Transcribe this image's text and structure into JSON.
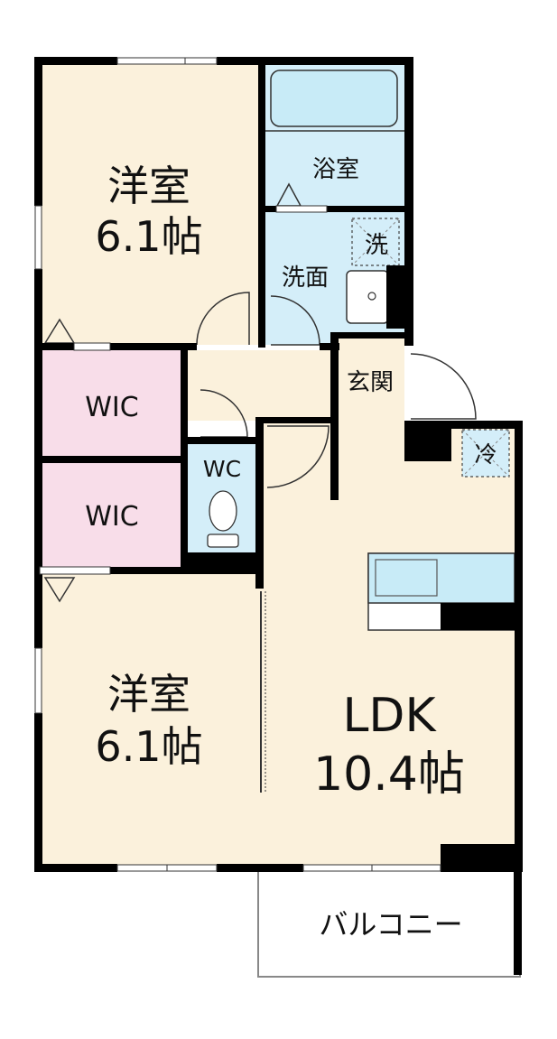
{
  "rooms": {
    "western_top": {
      "name": "洋室",
      "size": "6.1帖"
    },
    "western_bottom": {
      "name": "洋室",
      "size": "6.1帖"
    },
    "bath": {
      "name": "浴室"
    },
    "washroom": {
      "name": "洗面"
    },
    "laundry": {
      "name": "洗"
    },
    "entrance": {
      "name": "玄関"
    },
    "wic_top": {
      "name": "WIC"
    },
    "wic_bottom": {
      "name": "WIC"
    },
    "toilet": {
      "name": "WC"
    },
    "ldk": {
      "name": "LDK",
      "size": "10.4帖"
    },
    "fridge": {
      "name": "冷"
    },
    "balcony": {
      "name": "バルコニー"
    }
  },
  "colors": {
    "wall": "#000000",
    "western_floor": "#fbf1dc",
    "wet_area": "#d4eef9",
    "closet": "#f8dde9",
    "sink": "#c8ebf7",
    "balcony_outline": "#888888"
  }
}
